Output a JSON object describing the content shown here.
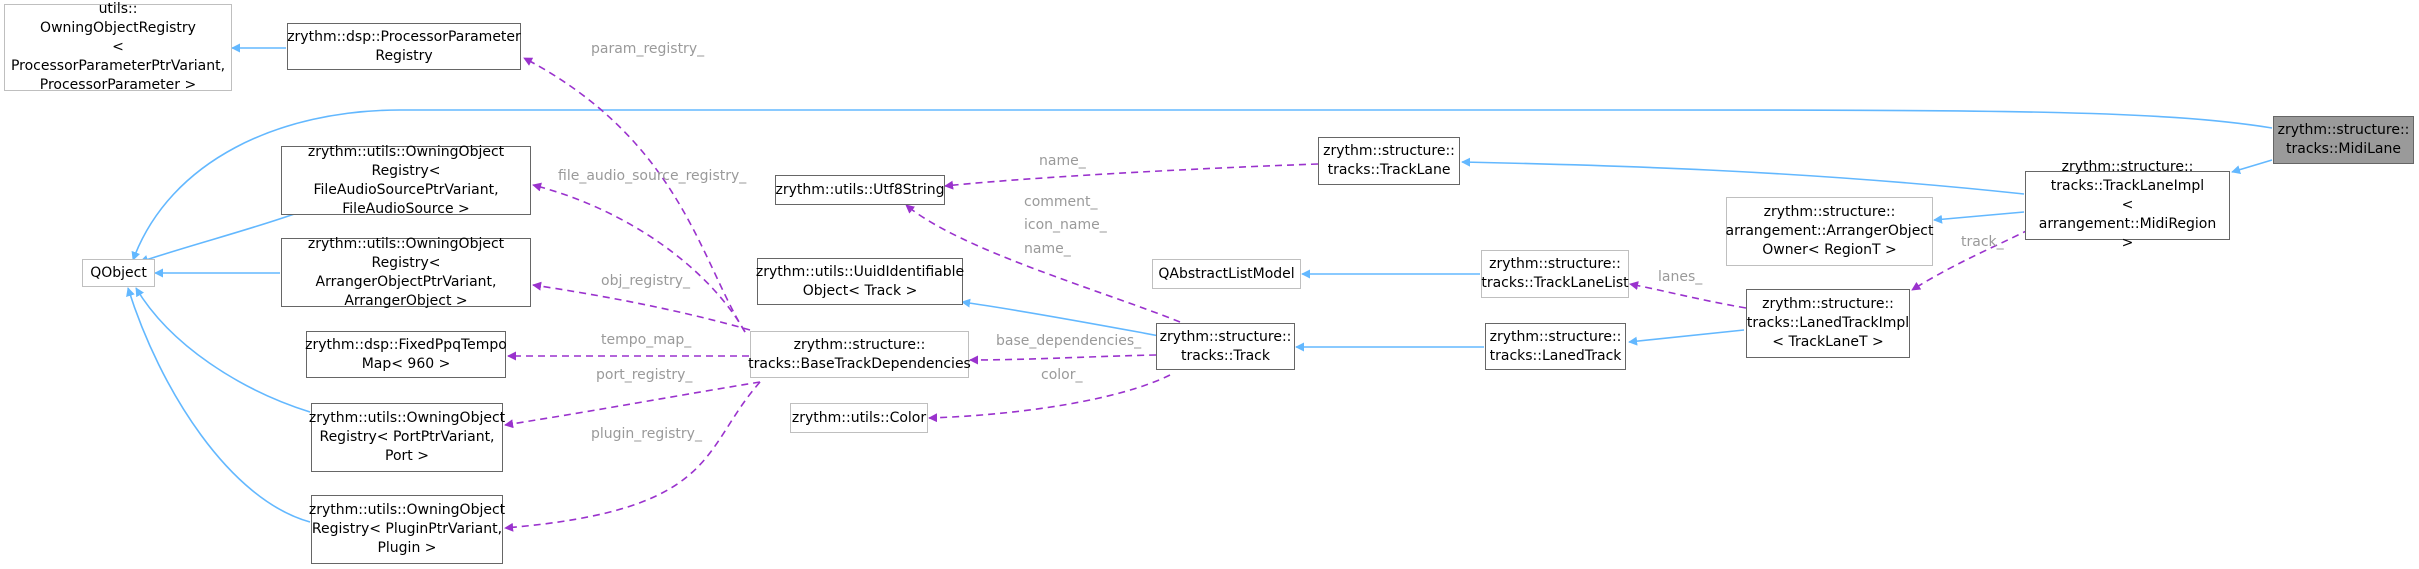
{
  "diagram": {
    "nodes": {
      "owning_obj_registry_pp": "utils::\nOwningObjectRegistry\n< ProcessorParameterPtrVariant,\n ProcessorParameter >",
      "processor_param_registry": "zrythm::dsp::ProcessorParameter\nRegistry",
      "qobject": "QObject",
      "owning_obj_file_audio": "zrythm::utils::OwningObject\nRegistry< FileAudioSourcePtrVariant,\n FileAudioSource >",
      "owning_obj_arranger": "zrythm::utils::OwningObject\nRegistry< ArrangerObjectPtrVariant,\n ArrangerObject >",
      "fixed_ppq_tempo_map": "zrythm::dsp::FixedPpqTempo\nMap< 960 >",
      "owning_obj_port": "zrythm::utils::OwningObject\nRegistry< PortPtrVariant,\n Port >",
      "owning_obj_plugin": "zrythm::utils::OwningObject\nRegistry< PluginPtrVariant,\n Plugin >",
      "utf8string": "zrythm::utils::Utf8String",
      "uuid_identifiable": "zrythm::utils::UuidIdentifiable\nObject< Track >",
      "base_track_deps": "zrythm::structure::\ntracks::BaseTrackDependencies",
      "color": "zrythm::utils::Color",
      "track_lane": "zrythm::structure::\ntracks::TrackLane",
      "qabstract_list_model": "QAbstractListModel",
      "track": "zrythm::structure::\ntracks::Track",
      "track_lane_list": "zrythm::structure::\ntracks::TrackLaneList",
      "laned_track": "zrythm::structure::\ntracks::LanedTrack",
      "arranger_object_owner": "zrythm::structure::\narrangement::ArrangerObject\nOwner< RegionT >",
      "track_lane_impl": "zrythm::structure::\ntracks::TrackLaneImpl\n< arrangement::MidiRegion >",
      "laned_track_impl": "zrythm::structure::\ntracks::LanedTrackImpl\n< TrackLaneT >",
      "midi_lane": "zrythm::structure::\ntracks::MidiLane"
    },
    "edge_labels": {
      "param_registry": "param_registry_",
      "file_audio_source_registry": "file_audio_source_registry_",
      "obj_registry": "obj_registry_",
      "tempo_map": "tempo_map_",
      "port_registry": "port_registry_",
      "plugin_registry": "plugin_registry_",
      "name_lane": "name_",
      "comment": "comment_",
      "icon_name": "icon_name_",
      "name_track": "name_",
      "base_dependencies": "base_dependencies_",
      "color": "color_",
      "lanes": "lanes_",
      "track": "track_"
    },
    "colors": {
      "inheritance": "#63b8ff",
      "usage": "#9a32cd",
      "label": "#9a9a9a",
      "focus_fill": "#9a9a9a"
    }
  }
}
